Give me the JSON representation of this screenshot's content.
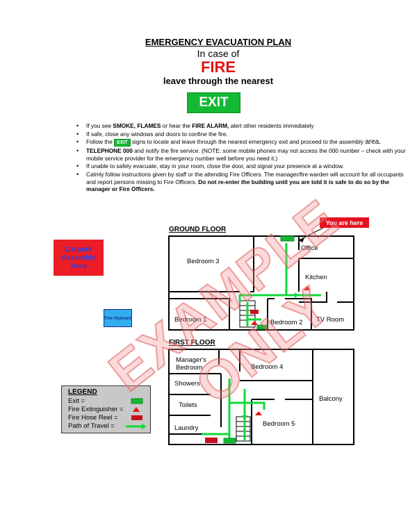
{
  "header": {
    "title": "EMERGENCY EVACUATION PLAN",
    "in_case": "In case of",
    "fire": "FIRE",
    "leave": "leave through the nearest",
    "exit": "EXIT"
  },
  "instructions": {
    "i1_a": "If you see ",
    "i1_b": "SMOKE, FLAMES",
    "i1_c": " or hear the ",
    "i1_d": "FIRE ALARM,",
    "i1_e": " alert other residents immediately",
    "i2": "If safe, close any windows and doors to confine the fire.",
    "i3_a": "Follow the ",
    "i3_exit": "EXIT",
    "i3_b": " signs to locate and leave through the nearest emergency exit and proceed to the assembly ",
    "i3_c": "area.",
    "i4_a": "TELEPHONE 000",
    "i4_b": " and notify the fire service. (NOTE: some mobile phones may not access the 000 number – check with your mobile service provider for the emergency number well before you need it.)",
    "i5": "If unable to safely evacuate, stay in your room, close the door, and signal your presence at a window.",
    "i6_a": "Calmly follow instructions given by staff or the attending Fire Officers. The manager/fire warden will account for all occupants and report persons missing to Fire Officers. ",
    "i6_b": "Do not re-enter the building until you are told it is safe to do so by the manager or Fire Officers."
  },
  "watermark": "EXAMPLE ONLY",
  "callouts": {
    "you_are_here": "You are here",
    "carpark": "Carpark Assembly Area",
    "hydrant": "Fire Hydrant"
  },
  "ground_floor": {
    "label": "GROUND FLOOR",
    "rooms": {
      "bedroom3": "Bedroom 3",
      "office": "Office",
      "kitchen": "Kitchen",
      "bedroom1": "Bedroom 1",
      "bedroom2": "Bedroom 2",
      "tv_room": "TV Room"
    }
  },
  "first_floor": {
    "label": "FIRST FLOOR",
    "rooms": {
      "managers_bedroom_1": "Manager's",
      "managers_bedroom_2": "Bedroom",
      "bedroom4": "Bedroom 4",
      "showers": "Showers",
      "toilets": "Toilets",
      "balcony": "Balcony",
      "laundry": "Laundry",
      "bedroom5": "Bedroom 5"
    }
  },
  "legend": {
    "title": "LEGEND",
    "exit": "Exit =",
    "extinguisher": "Fire Extinguisher =",
    "hose": "Fire Hose Reel =",
    "path": "Path of Travel ="
  },
  "colors": {
    "exit_green": "#13b833",
    "path_green": "#11d83a",
    "fire_red": "#e4120f",
    "hose_red": "#c8101e",
    "hydrant_blue": "#32aef0"
  }
}
